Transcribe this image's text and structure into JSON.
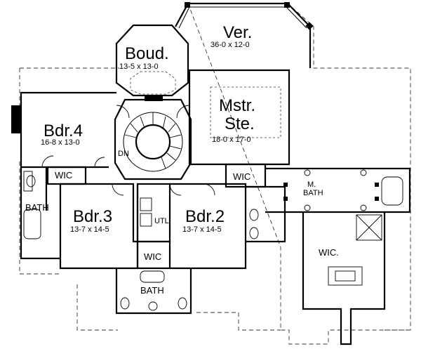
{
  "rooms": {
    "veranda": {
      "name": "Ver.",
      "dims": "36-0 x 12-0"
    },
    "boudoir": {
      "name": "Boud.",
      "dims": "13-5 x 13-0"
    },
    "master_suite": {
      "name_line1": "Mstr.",
      "name_line2": "Ste.",
      "dims": "18-0 x 17-0"
    },
    "bedroom4": {
      "name": "Bdr.4",
      "dims": "16-8 x 13-0"
    },
    "bedroom3": {
      "name": "Bdr.3",
      "dims": "13-7 x 14-5"
    },
    "bedroom2": {
      "name": "Bdr.2",
      "dims": "13-7 x 14-5"
    },
    "master_bath": {
      "name_line1": "M.",
      "name_line2": "BATH"
    },
    "master_closet": {
      "name": "WIC."
    },
    "bath_left": {
      "name": "BATH"
    },
    "bath_bottom": {
      "name": "BATH"
    },
    "wic_bdr4": {
      "name": "WIC"
    },
    "wic_bdr2": {
      "name": "WIC"
    },
    "wic_bdr3": {
      "name": "WIC"
    },
    "utility": {
      "name": "UTL"
    },
    "stair": {
      "label": "DN"
    }
  }
}
